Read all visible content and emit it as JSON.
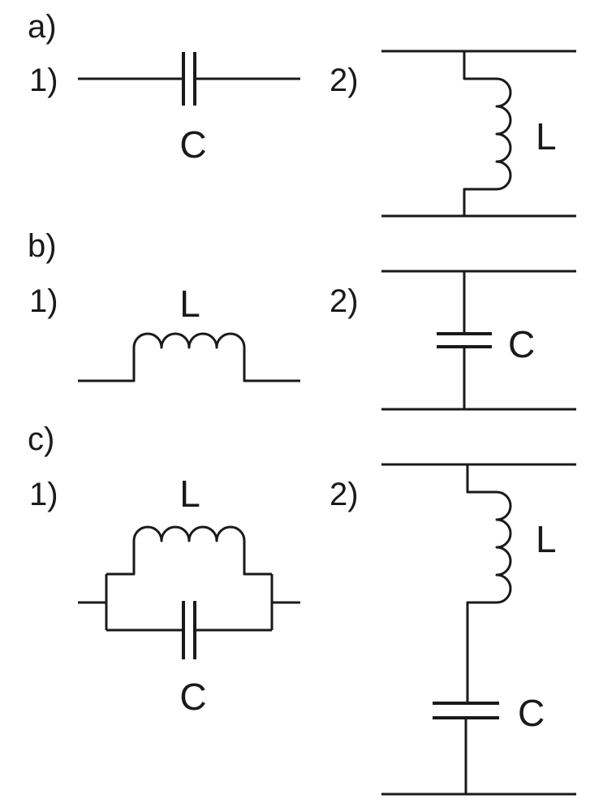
{
  "sections": [
    {
      "label": "a)",
      "circuits": [
        {
          "label": "1)",
          "components": [
            {
              "type": "capacitor",
              "label": "C"
            }
          ]
        },
        {
          "label": "2)",
          "components": [
            {
              "type": "inductor",
              "label": "L"
            }
          ]
        }
      ]
    },
    {
      "label": "b)",
      "circuits": [
        {
          "label": "1)",
          "components": [
            {
              "type": "inductor",
              "label": "L"
            }
          ]
        },
        {
          "label": "2)",
          "components": [
            {
              "type": "capacitor",
              "label": "C"
            }
          ]
        }
      ]
    },
    {
      "label": "c)",
      "circuits": [
        {
          "label": "1)",
          "components": [
            {
              "type": "inductor",
              "label": "L"
            },
            {
              "type": "capacitor",
              "label": "C"
            }
          ]
        },
        {
          "label": "2)",
          "components": [
            {
              "type": "inductor",
              "label": "L"
            },
            {
              "type": "capacitor",
              "label": "C"
            }
          ]
        }
      ]
    }
  ]
}
